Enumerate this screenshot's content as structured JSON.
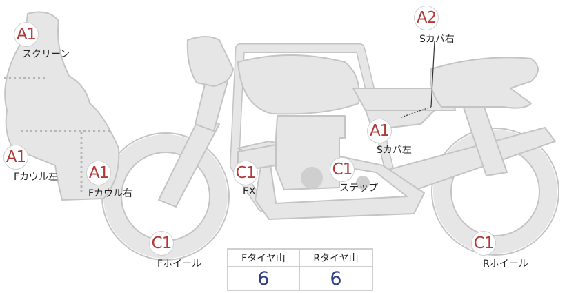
{
  "parts": [
    {
      "grade": "A1",
      "label": "スクリーン"
    },
    {
      "grade": "A2",
      "label": "Sカバ右"
    },
    {
      "grade": "A1",
      "label": "Sカバ左"
    },
    {
      "grade": "A1",
      "label": "Fカウル左"
    },
    {
      "grade": "A1",
      "label": "Fカウル右"
    },
    {
      "grade": "C1",
      "label": "EX"
    },
    {
      "grade": "C1",
      "label": "ステップ"
    },
    {
      "grade": "C1",
      "label": "Fホイール"
    },
    {
      "grade": "C1",
      "label": "Rホイール"
    }
  ],
  "tire_tread": {
    "front_header": "Fタイヤ山",
    "rear_header": "Rタイヤ山",
    "front_value": "6",
    "rear_value": "6"
  },
  "colors": {
    "grade_text": "#b03a3a",
    "tread_value": "#2e3f86",
    "bike_fill": "#e6e6e6",
    "bike_stroke": "#c4c4c4"
  }
}
